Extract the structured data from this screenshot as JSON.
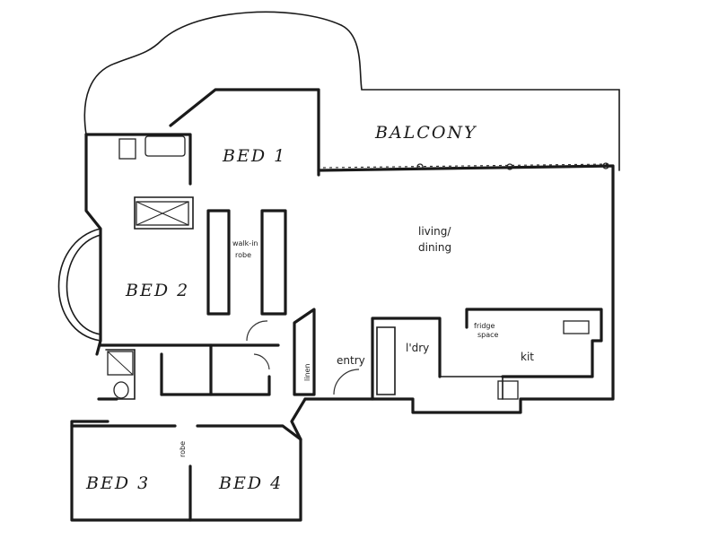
{
  "rooms": {
    "balcony": "BALCONY",
    "bed1": "BED 1",
    "bed2": "BED 2",
    "bed3": "BED 3",
    "bed4": "BED 4",
    "living_line1": "living/",
    "living_line2": "dining",
    "walkin_line1": "walk-in",
    "walkin_line2": "robe",
    "entry": "entry",
    "laundry": "l'dry",
    "kitchen": "kit",
    "linen": "linen",
    "robe": "robe",
    "fridge_line1": "fridge",
    "fridge_line2": "space"
  }
}
